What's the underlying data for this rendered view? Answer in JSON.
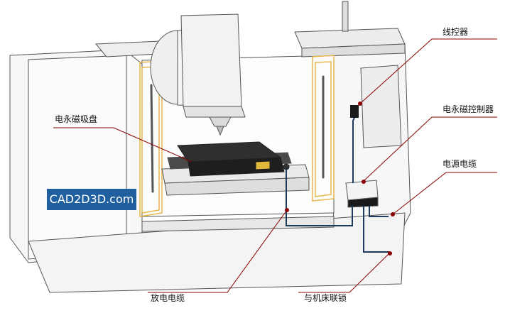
{
  "labels": {
    "wire_control": "线控器",
    "magnetic_chuck": "电永磁吸盘",
    "magnetic_controller": "电永磁控制器",
    "power_cable": "电源电缆",
    "discharge_cable": "放电电缆",
    "interlock": "与机床联锁"
  },
  "watermark": "CAD2D3D.com",
  "colors": {
    "leader_line": "#8b0000",
    "cable": "#1d3b5c",
    "machine_outline": "#555555",
    "door_frame": "#e6b84a",
    "watermark_bg": "#1f5f9e"
  }
}
